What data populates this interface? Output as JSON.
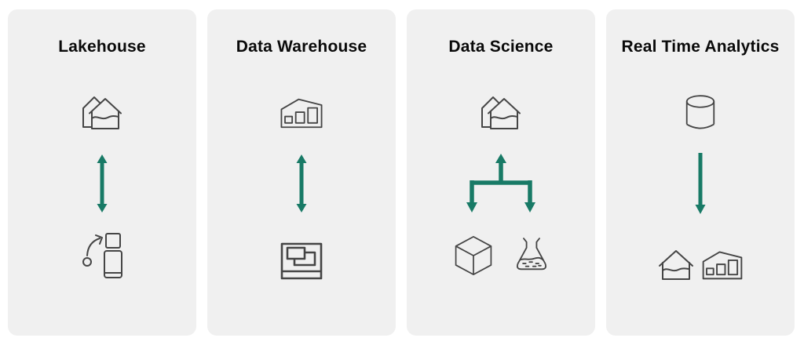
{
  "colors": {
    "page_background": "#ffffff",
    "card_background": "#f0f0f0",
    "icon_stroke": "#454545",
    "title_color": "#0a0a0a",
    "accent_teal": "#187a66"
  },
  "cards": [
    {
      "title": "Lakehouse",
      "top_icon": "lakehouse-icon",
      "flow": "bidirectional-vertical-arrow",
      "bottom_icons": [
        "pipeline-icon"
      ]
    },
    {
      "title": "Data Warehouse",
      "top_icon": "warehouse-icon",
      "flow": "bidirectional-vertical-arrow",
      "bottom_icons": [
        "visual-query-icon"
      ]
    },
    {
      "title": "Data Science",
      "top_icon": "lakehouse-icon",
      "flow": "branch-arrows-up-and-two-down",
      "bottom_icons": [
        "cube-icon",
        "flask-icon"
      ]
    },
    {
      "title": "Real Time Analytics",
      "top_icon": "database-icon",
      "flow": "single-down-arrow",
      "bottom_icons": [
        "house-wave-icon",
        "warehouse-icon"
      ]
    }
  ]
}
